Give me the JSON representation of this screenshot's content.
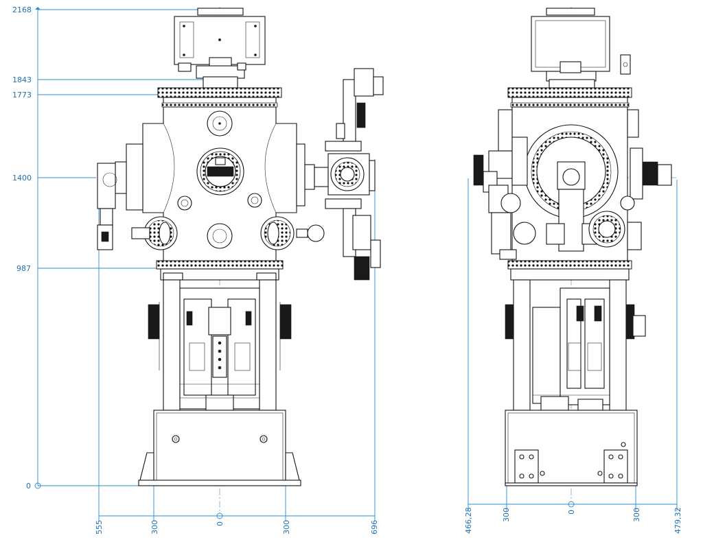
{
  "front_view": {
    "vertical_dims": [
      "2168",
      "1843",
      "1773",
      "1400",
      "987",
      "0"
    ],
    "horizontal_dims": [
      "555",
      "300",
      "0",
      "300",
      "696"
    ]
  },
  "side_view": {
    "horizontal_dims": [
      "466,28",
      "300",
      "0",
      "300",
      "479,32"
    ]
  },
  "colors": {
    "dimension": "#1f6fb2",
    "line": "#111111",
    "centerline": "#5aa9dd"
  }
}
